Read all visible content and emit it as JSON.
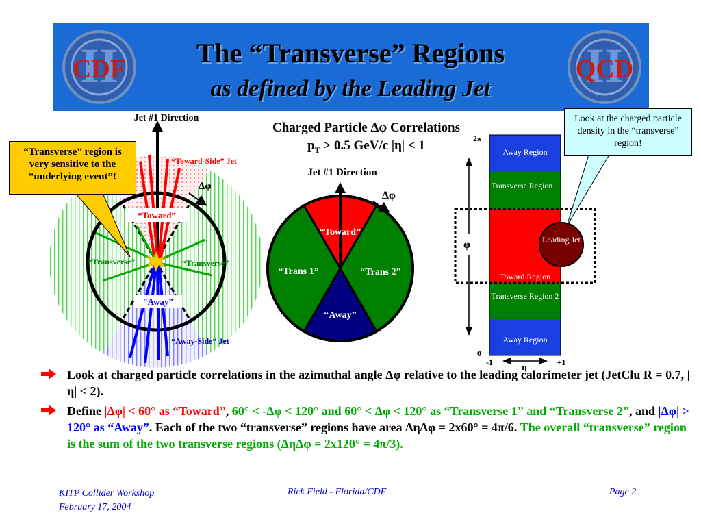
{
  "header": {
    "title": "The “Transverse” Regions",
    "subtitle": "as defined by the Leading Jet",
    "logo_left_text": "CDF",
    "logo_right_text": "QCD",
    "logo_numeral": "II"
  },
  "left_diagram": {
    "jet_direction_label": "Jet #1 Direction",
    "toward_side_jet": "“Toward-Side” Jet",
    "away_side_jet": "“Away-Side” Jet",
    "dphi": "Δφ",
    "toward": "“Toward”",
    "transverse_left": "“Transverse”",
    "transverse_right": "“Transverse”",
    "away": "“Away”"
  },
  "callout_left": "“Transverse” region is very sensitive to the “underlying event”!",
  "callout_right": "Look at the charged particle density in the “transverse” region!",
  "center": {
    "title_line1": "Charged Particle Δφ Correlations",
    "title_line2_pre": "p",
    "title_line2_sub": "T",
    "title_line2_post": " > 0.5 GeV/c |η| < 1",
    "jet_direction_label": "Jet #1 Direction",
    "dphi": "Δφ",
    "toward": "“Toward”",
    "trans1": "“Trans 1”",
    "trans2": "“Trans 2”",
    "away": "“Away”"
  },
  "right_diagram": {
    "two_pi": "2π",
    "phi": "φ",
    "zero": "0",
    "minus_one": "-1",
    "plus_one": "+1",
    "eta": "η",
    "away_region_top": "Away Region",
    "transverse_region_1": "Transverse Region 1",
    "toward_region": "Toward Region",
    "transverse_region_2": "Transverse Region 2",
    "away_region_bottom": "Away Region",
    "leading_jet": "Leading Jet"
  },
  "bullets": {
    "b1": "Look at charged particle correlations in the azimuthal angle Δφ relative to the leading calorimeter jet (JetClu R = 0.7, |η| < 2).",
    "b2_define": "Define ",
    "b2_toward": "|Δφ| < 60° as “Toward”",
    "b2_comma": ", ",
    "b2_trans": "60° < -Δφ < 120° and 60° < Δφ < 120° as “Transverse 1” and “Transverse 2”",
    "b2_and": ", and ",
    "b2_away": "|Δφ| > 120° as “Away”",
    "b2_mid": ".  Each of the two “transverse” regions have area ΔηΔφ = 2x60° = 4π/6.  ",
    "b2_sum": "The overall “transverse” region is the sum of the two transverse regions (ΔηΔφ = 2x120° = 4π/3)."
  },
  "footer": {
    "left1": "KITP Collider Workshop",
    "left2": "February 17, 2004",
    "middle": "Rick Field - Florida/CDF",
    "right": "Page 2"
  },
  "colors": {
    "banner": "#1a6bd6",
    "toward": "#ff0000",
    "transverse": "#008000",
    "away": "#000080",
    "rect_away": "#1a3fe0",
    "leading_jet": "#7a0000",
    "callout_left": "#ffcc00",
    "callout_right": "#ccffff"
  }
}
